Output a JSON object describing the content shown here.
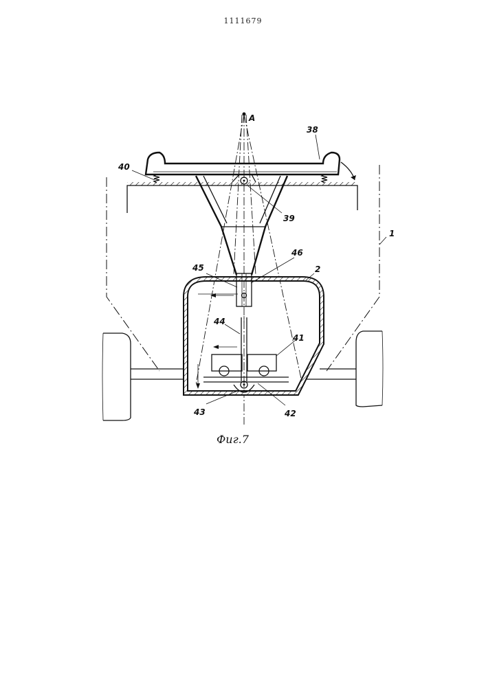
{
  "document_number": "1111679",
  "figure_caption": "Фиг.7",
  "labels": {
    "A": "A",
    "l38": "38",
    "l40": "40",
    "l39": "39",
    "l1": "1",
    "l45": "45",
    "l46": "46",
    "l2": "2",
    "l44": "44",
    "l41": "41",
    "l43": "43",
    "l42": "42"
  }
}
